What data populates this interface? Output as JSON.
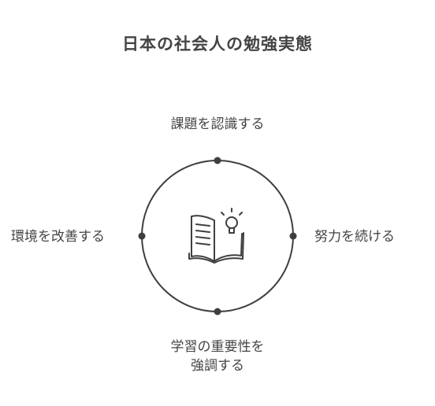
{
  "title": "日本の社会人の勉強実態",
  "nodes": {
    "top": "課題を認識する",
    "right": "努力を続ける",
    "bottom_line1": "学習の重要性を",
    "bottom_line2": "強調する",
    "left": "環境を改善する"
  },
  "center_icon": "book-lightbulb-icon",
  "colors": {
    "stroke": "#3f3f3f",
    "text": "#444444",
    "background": "#ffffff"
  }
}
